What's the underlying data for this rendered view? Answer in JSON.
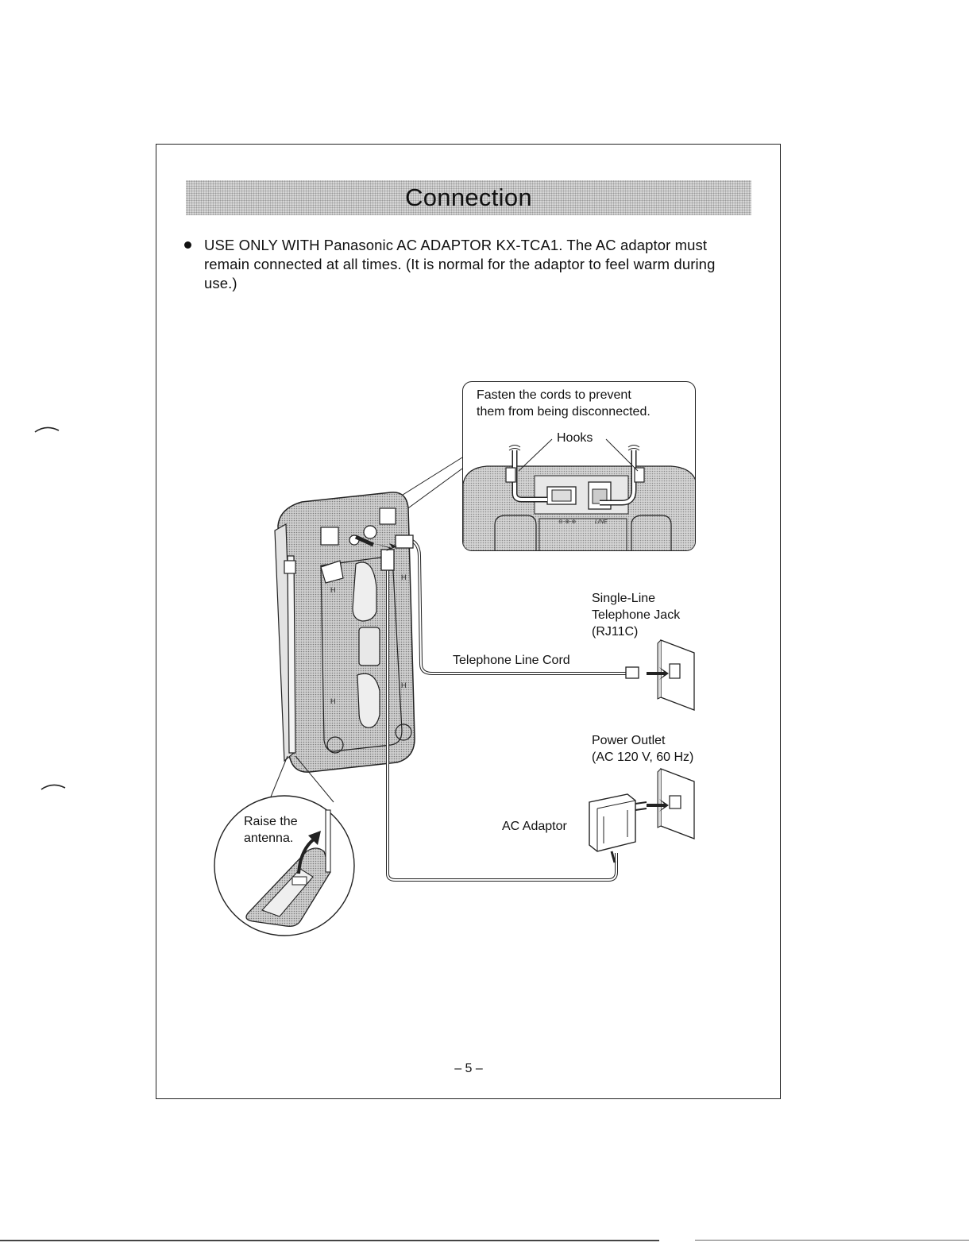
{
  "title": "Connection",
  "bullet": {
    "text": "USE ONLY WITH Panasonic AC ADAPTOR KX-TCA1. The AC adaptor must remain connected at all times. (It is normal for the adaptor to feel warm during use.)"
  },
  "callout": {
    "line1": "Fasten the cords to prevent",
    "line2": "them from being disconnected.",
    "hooks_label": "Hooks",
    "line_marking": "LINE"
  },
  "labels": {
    "jack_line1": "Single-Line",
    "jack_line2": "Telephone Jack",
    "jack_line3": "(RJ11C)",
    "telephone_cord": "Telephone Line Cord",
    "outlet_line1": "Power Outlet",
    "outlet_line2": "(AC 120 V, 60 Hz)",
    "adaptor": "AC Adaptor",
    "antenna_line1": "Raise the",
    "antenna_line2": "antenna."
  },
  "page_number": "– 5 –"
}
